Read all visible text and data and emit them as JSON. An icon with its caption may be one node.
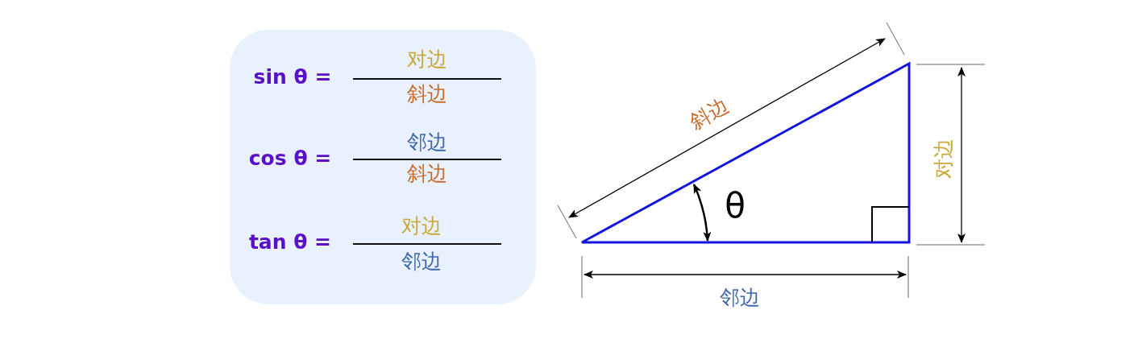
{
  "diagram": {
    "nodes": [
      {
        "text": [
          "sin θ =",
          "对边",
          "斜边",
          "cos θ =",
          "邻边",
          "斜边",
          "tan θ =",
          "对边",
          "邻边"
        ]
      }
    ],
    "labels": [
      "斜边",
      "对边",
      "θ",
      "邻边"
    ]
  }
}
